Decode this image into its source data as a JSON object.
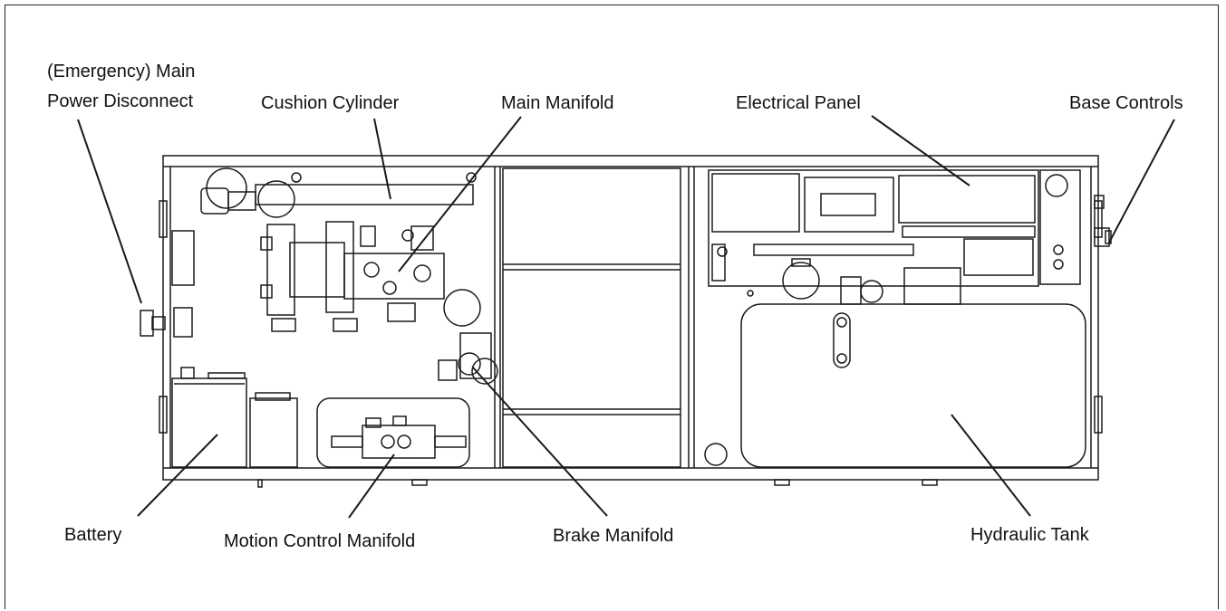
{
  "labels": {
    "emergency_disconnect_line1": "(Emergency) Main",
    "emergency_disconnect_line2": "Power Disconnect",
    "cushion_cylinder": "Cushion Cylinder",
    "main_manifold": "Main Manifold",
    "electrical_panel": "Electrical Panel",
    "base_controls": "Base Controls",
    "battery": "Battery",
    "motion_control_manifold": "Motion Control Manifold",
    "brake_manifold": "Brake Manifold",
    "hydraulic_tank": "Hydraulic Tank"
  },
  "colors": {
    "line": "#1a1a1a",
    "background": "#ffffff"
  }
}
